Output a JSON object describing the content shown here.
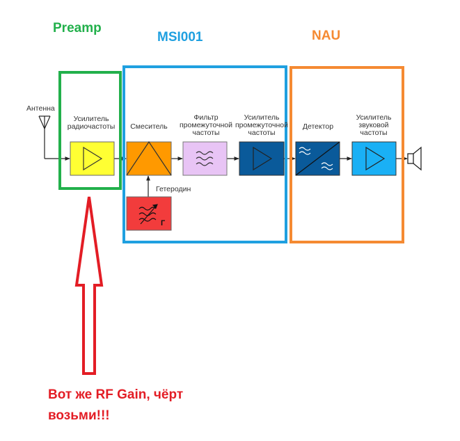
{
  "groups": {
    "preamp": {
      "title": "Preamp",
      "color": "#22b04b"
    },
    "msi001": {
      "title": "MSI001",
      "color": "#1fa0e0"
    },
    "nau": {
      "title": "NAU",
      "color": "#f58a32"
    }
  },
  "labels": {
    "antenna": "Антенна",
    "rf_amp": [
      "Усилитель",
      "радиочастоты"
    ],
    "mixer": "Смеситель",
    "if_filter": [
      "Фильтр",
      "промежуточной",
      "частоты"
    ],
    "if_amp": [
      "Усилитель",
      "промежуточной",
      "частоты"
    ],
    "detector": "Детектор",
    "af_amp": [
      "Усилитель",
      "звуковой",
      "частоты"
    ],
    "heterodyne": "Гетеродин",
    "oscillator_mark": "Г"
  },
  "block_colors": {
    "rf_amp": "#ffff33",
    "mixer": "#ff9900",
    "if_filter": "#e8c4f5",
    "if_amp": "#0a5a9a",
    "detector": "#0a5a9a",
    "af_amp": "#1ab0f5",
    "oscillator": "#f23c3c"
  },
  "annotation": {
    "lines": [
      "Вот же RF Gain, чёрт",
      "возьми!!!"
    ],
    "color": "#e31d25"
  },
  "icons": {
    "antenna": "antenna-icon",
    "speaker": "speaker-icon",
    "amplifier": "triangle-amplifier-icon",
    "filter": "wave-filter-icon",
    "oscillator": "tunable-oscillator-icon",
    "arrow": "red-up-arrow-icon"
  }
}
